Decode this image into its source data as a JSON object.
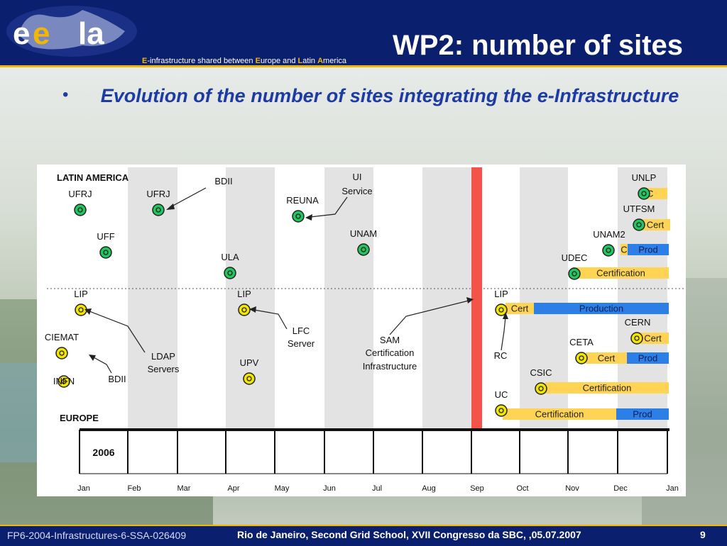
{
  "header": {
    "title": "WP2: number of sites",
    "tagline_parts": [
      {
        "text": "E",
        "highlight": true
      },
      {
        "text": "-infrastructure shared between ",
        "highlight": false
      },
      {
        "text": "E",
        "highlight": true
      },
      {
        "text": "urope and ",
        "highlight": false
      },
      {
        "text": "L",
        "highlight": true
      },
      {
        "text": "atin ",
        "highlight": false
      },
      {
        "text": "A",
        "highlight": true
      },
      {
        "text": "merica",
        "highlight": false
      }
    ],
    "logo_icon": "eela-logo-icon"
  },
  "bullet": "Evolution of the number of sites integrating the e-Infrastructure",
  "chart": {
    "region_top": "LATIN AMERICA",
    "region_bottom": "EUROPE",
    "year": "2006",
    "months": [
      "Jan",
      "Feb",
      "Mar",
      "Apr",
      "May",
      "Jun",
      "Jul",
      "Aug",
      "Sep",
      "Oct",
      "Nov",
      "Dec",
      "Jan"
    ],
    "site_labels": [
      "UFRJ",
      "UFRJ",
      "UFF",
      "REUNA",
      "UNAM",
      "ULA",
      "UNLP",
      "UTFSM",
      "UNAM2",
      "UDEC",
      "LIP",
      "LIP",
      "CIEMAT",
      "INFN",
      "UPV",
      "LIP",
      "CERN",
      "CETA",
      "CSIC",
      "UC"
    ],
    "annotations": [
      "BDII",
      "UI",
      "Service",
      "LDAP",
      "Servers",
      "BDII",
      "LFC",
      "Server",
      "SAM",
      "Certification",
      "Infrastructure",
      "RC"
    ],
    "bar_labels": [
      "C",
      "Cert",
      "C",
      "Prod",
      "Certification",
      "Cert",
      "Production",
      "Cert",
      "Cert",
      "Prod",
      "Certification",
      "Certification",
      "Prod"
    ],
    "colors": {
      "green": "#22c55e",
      "yellow": "#f2e600",
      "cert": "#ffd454",
      "prod": "#2b7fe6",
      "sep_marker": "#f4534a",
      "shade": "#e3e3e3"
    }
  },
  "footer": {
    "project": "FP6-2004-Infrastructures-6-SSA-026409",
    "event": "Rio de Janeiro, Second Grid School, XVII Congresso da SBC, ,05.07.2007",
    "page": "9"
  }
}
